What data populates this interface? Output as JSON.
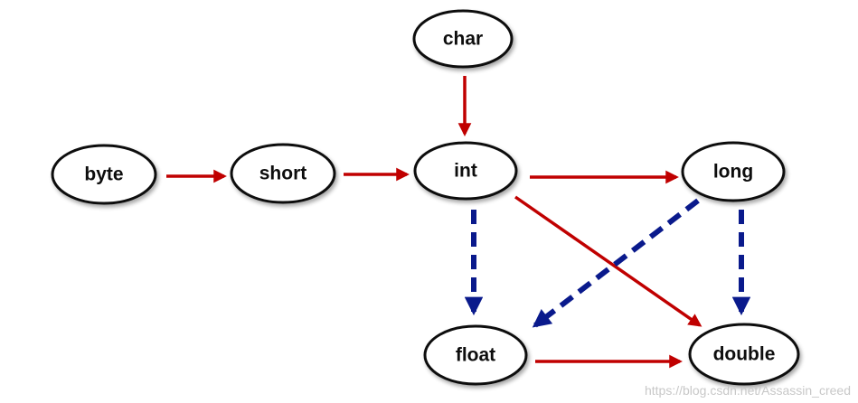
{
  "diagram": {
    "nodes": {
      "char": "char",
      "byte": "byte",
      "short": "short",
      "int": "int",
      "long": "long",
      "float": "float",
      "double": "double"
    },
    "edges": [
      {
        "from": "char",
        "to": "int",
        "style": "solid",
        "color": "#c00000"
      },
      {
        "from": "byte",
        "to": "short",
        "style": "solid",
        "color": "#c00000"
      },
      {
        "from": "short",
        "to": "int",
        "style": "solid",
        "color": "#c00000"
      },
      {
        "from": "int",
        "to": "long",
        "style": "solid",
        "color": "#c00000"
      },
      {
        "from": "int",
        "to": "double",
        "style": "solid",
        "color": "#c00000"
      },
      {
        "from": "float",
        "to": "double",
        "style": "solid",
        "color": "#c00000"
      },
      {
        "from": "int",
        "to": "float",
        "style": "dashed",
        "color": "#0a1a8c"
      },
      {
        "from": "long",
        "to": "float",
        "style": "dashed",
        "color": "#0a1a8c"
      },
      {
        "from": "long",
        "to": "double",
        "style": "dashed",
        "color": "#0a1a8c"
      }
    ]
  },
  "watermark": "https://blog.csdn.net/Assassin_creed"
}
